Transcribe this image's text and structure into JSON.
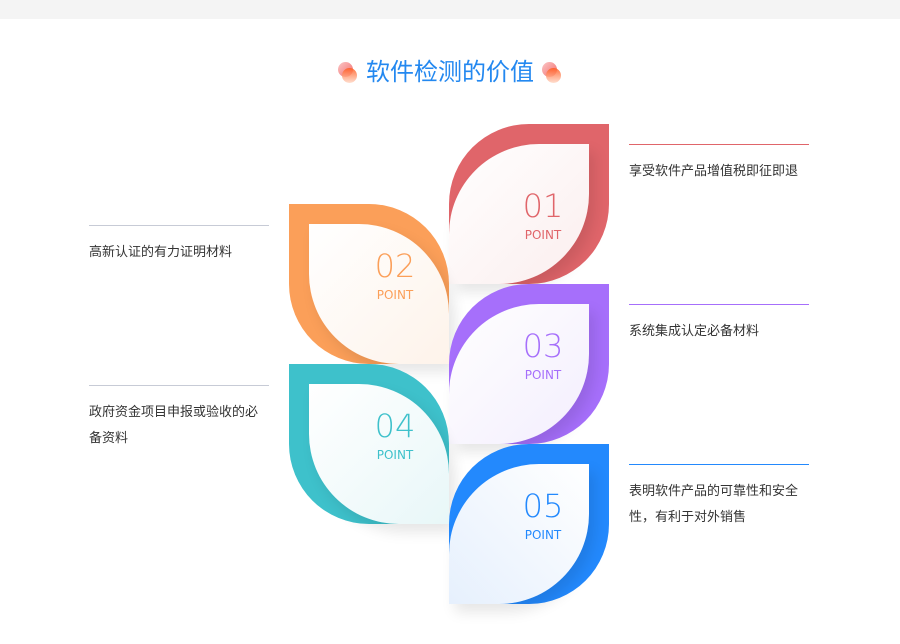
{
  "title": "软件检测的价值",
  "colors": {
    "c01": "#e0656a",
    "c02": "#fb9f59",
    "c03": "#a66ffb",
    "c04": "#3ec1cb",
    "c05": "#2389fd"
  },
  "points": [
    {
      "num": "01",
      "label": "POINT",
      "text": "享受软件产品增值税即征即退"
    },
    {
      "num": "02",
      "label": "POINT",
      "text": "高新认证的有力证明材料"
    },
    {
      "num": "03",
      "label": "POINT",
      "text": "系统集成认定必备材料"
    },
    {
      "num": "04",
      "label": "POINT",
      "text": "政府资金项目申报或验收的必备资料"
    },
    {
      "num": "05",
      "label": "POINT",
      "text": "表明软件产品的可靠性和安全性，有利于对外销售"
    }
  ]
}
